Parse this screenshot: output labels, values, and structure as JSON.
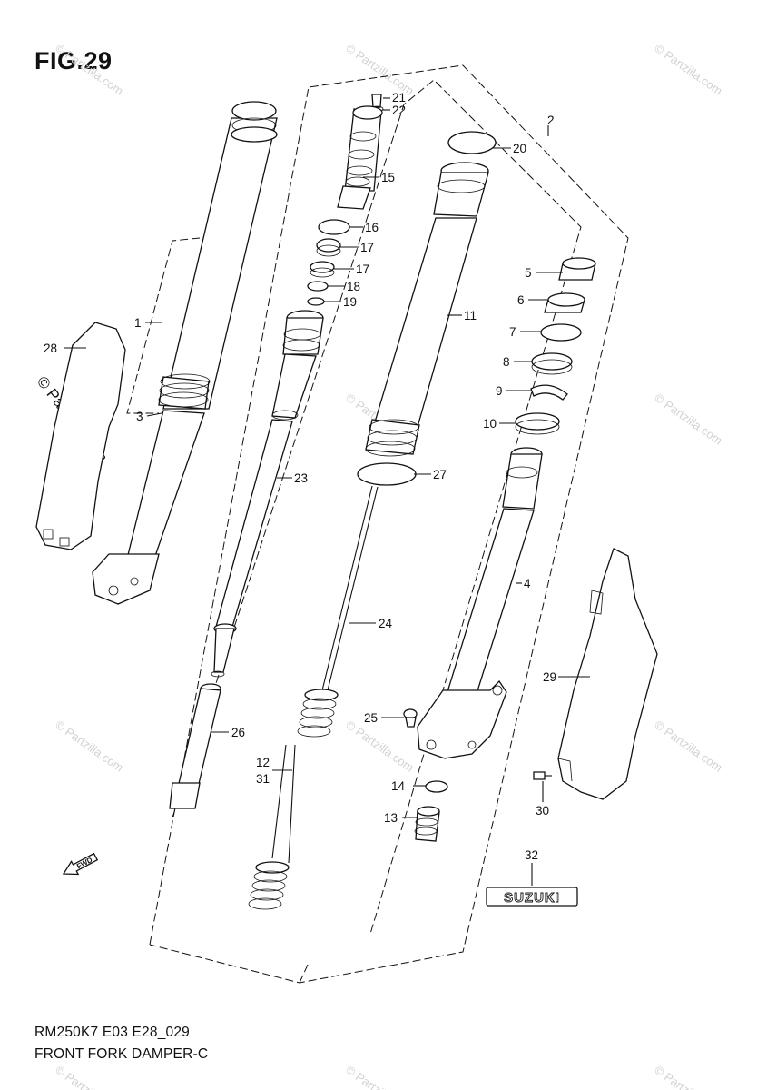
{
  "figure": {
    "title": "FIG.29",
    "model_code": "RM250K7 E03 E28_029",
    "caption": "FRONT FORK DAMPER-C"
  },
  "emblem": {
    "text": "SUZUKI"
  },
  "direction_marker": {
    "text": "FWD"
  },
  "watermark": {
    "text": "© Partzilla.com"
  },
  "callouts": [
    {
      "id": "21"
    },
    {
      "id": "22"
    },
    {
      "id": "2"
    },
    {
      "id": "20"
    },
    {
      "id": "15"
    },
    {
      "id": "16"
    },
    {
      "id": "17"
    },
    {
      "id": "17b",
      "label": "17"
    },
    {
      "id": "18"
    },
    {
      "id": "19"
    },
    {
      "id": "5"
    },
    {
      "id": "6"
    },
    {
      "id": "7"
    },
    {
      "id": "8"
    },
    {
      "id": "9"
    },
    {
      "id": "10"
    },
    {
      "id": "1"
    },
    {
      "id": "28"
    },
    {
      "id": "3"
    },
    {
      "id": "11"
    },
    {
      "id": "23"
    },
    {
      "id": "27"
    },
    {
      "id": "4"
    },
    {
      "id": "24"
    },
    {
      "id": "29"
    },
    {
      "id": "25"
    },
    {
      "id": "26"
    },
    {
      "id": "12"
    },
    {
      "id": "31"
    },
    {
      "id": "14"
    },
    {
      "id": "13"
    },
    {
      "id": "30"
    },
    {
      "id": "32"
    }
  ]
}
